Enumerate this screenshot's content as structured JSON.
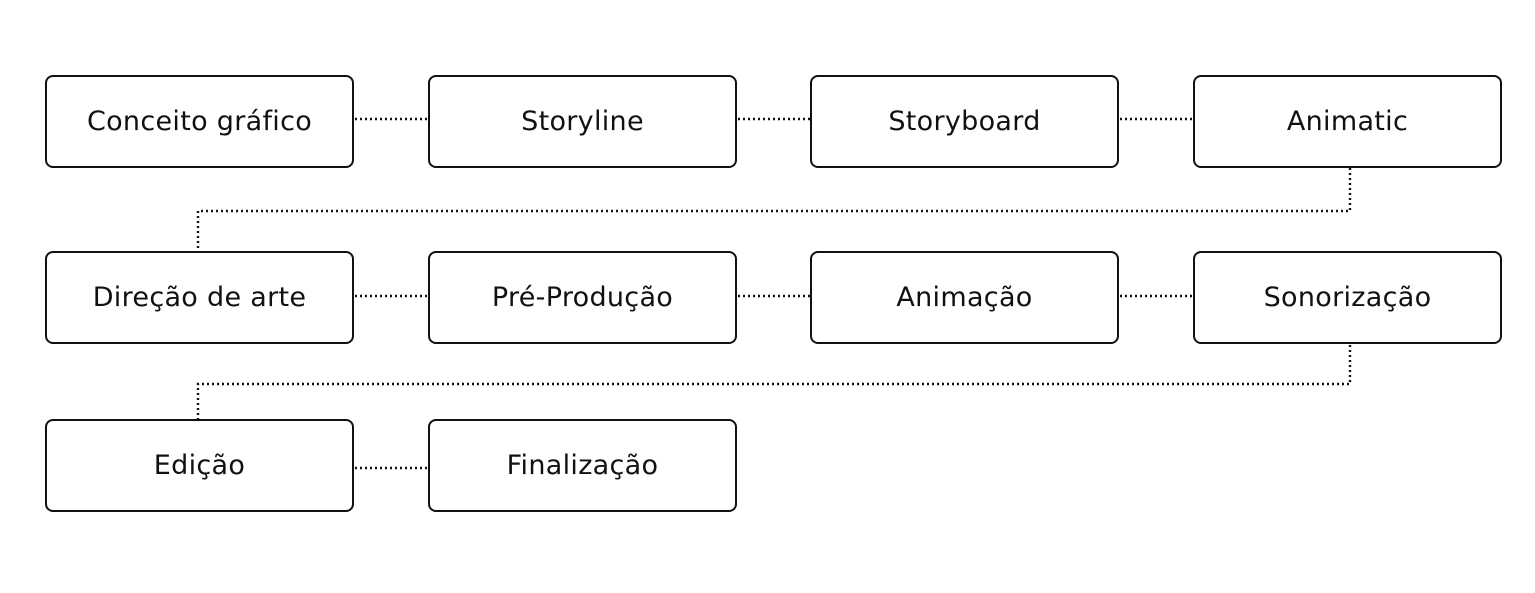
{
  "diagram": {
    "steps": [
      "Conceito gráfico",
      "Storyline",
      "Storyboard",
      "Animatic",
      "Direção de arte",
      "Pré-Produção",
      "Animação",
      "Sonorização",
      "Edição",
      "Finalização"
    ],
    "colors": {
      "stroke": "#111111",
      "background": "#ffffff",
      "text": "#111111"
    }
  }
}
